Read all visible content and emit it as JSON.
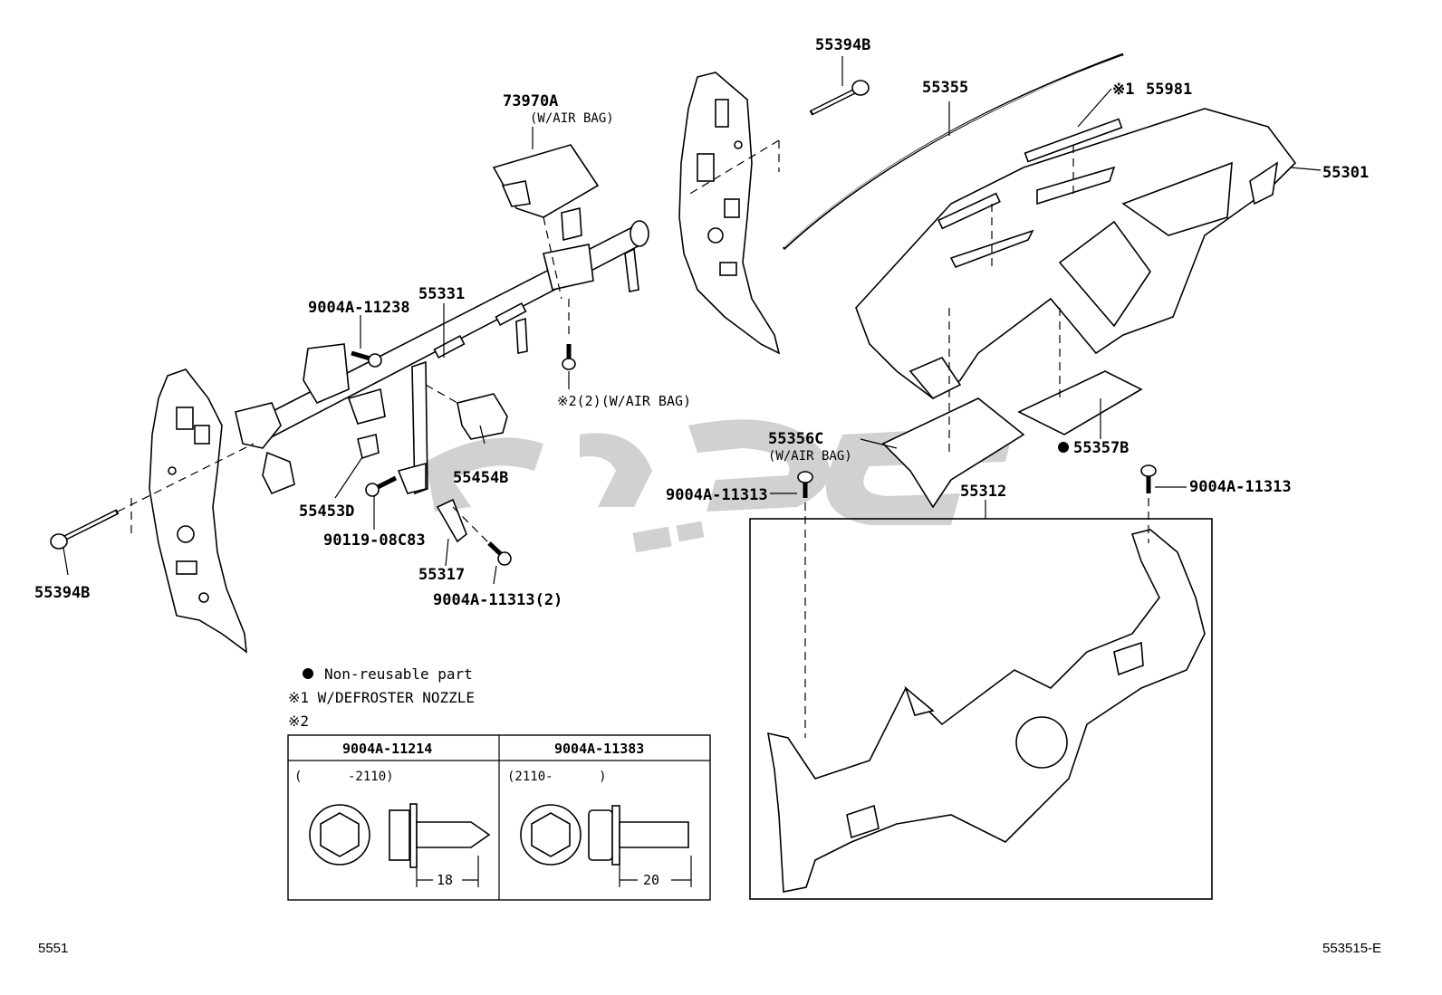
{
  "labels": {
    "p55394B_top": "55394B",
    "p55355": "55355",
    "p55981_mark": "※1",
    "p55981": "55981",
    "p55301": "55301",
    "p73970A": "73970A",
    "p73970A_sub": "(W/AIR BAG)",
    "p55331": "55331",
    "p9004A_11238": "9004A-11238",
    "p_mark2_bolt": "※2(2)(W/AIR BAG)",
    "p55356C": "55356C",
    "p55356C_sub": "(W/AIR BAG)",
    "p55357B": "55357B",
    "p9004A_11313_left": "9004A-11313",
    "p55312": "55312",
    "p9004A_11313_right": "9004A-11313",
    "p55454B": "55454B",
    "p55453D": "55453D",
    "p90119": "90119-08C83",
    "p55317": "55317",
    "p9004A_11313_2": "9004A-11313(2)",
    "p55394B_left": "55394B"
  },
  "legend": {
    "nonreusable": "Non-reusable part",
    "note1": "※1 W/DEFROSTER NOZZLE",
    "note2": "※2"
  },
  "table": {
    "headers": [
      "9004A-11214",
      "9004A-11383"
    ],
    "ranges": [
      "(      -2110)",
      "(2110-      )"
    ],
    "dims": [
      "18",
      "20"
    ]
  },
  "footer": {
    "left": "5551",
    "right": "553515-E"
  },
  "colors": {
    "line": "#000000",
    "watermark": "#c8c8c8"
  }
}
